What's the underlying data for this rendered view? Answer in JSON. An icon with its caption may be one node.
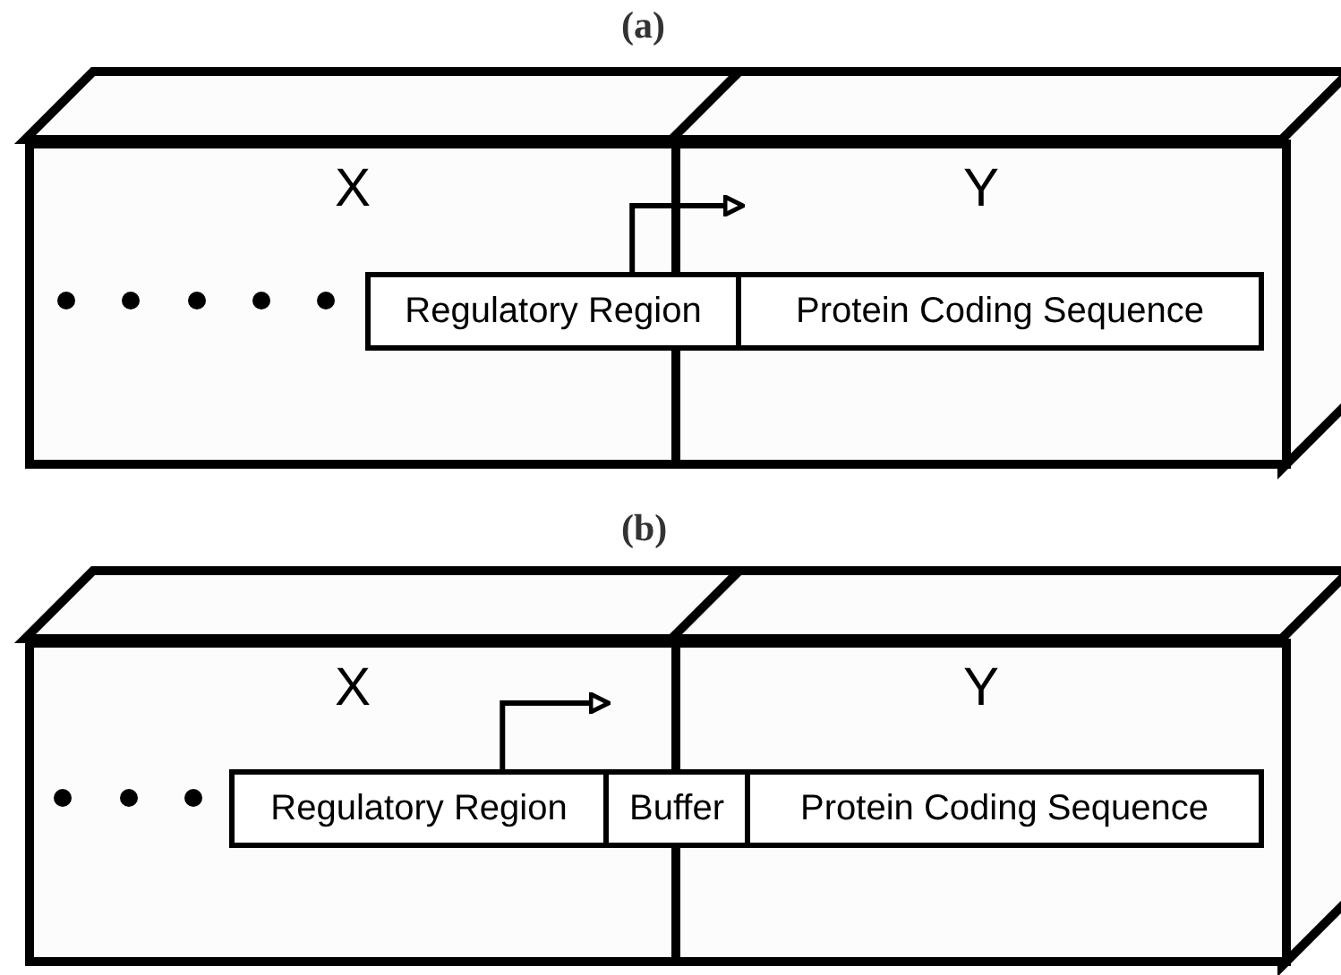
{
  "diagram": {
    "nodes": [
      {
        "text": [
          "X"
        ]
      },
      {
        "text": [
          "Y"
        ]
      },
      {
        "text": [
          "Regulatory Region"
        ]
      },
      {
        "text": [
          "Protein Coding Sequence"
        ],
        "in": 1
      },
      {
        "text": [
          "X"
        ]
      },
      {
        "text": [
          "Y"
        ]
      },
      {
        "text": [
          "Regulatory Region"
        ],
        "in": 4
      },
      {
        "text": [
          "Buffer"
        ]
      },
      {
        "text": [
          "Protein Coding Sequence"
        ],
        "in": 5
      }
    ],
    "edges": [
      {
        "from": 2,
        "to": null,
        "arrow": "to"
      },
      {
        "from": 6,
        "to": null,
        "arrow": "to"
      }
    ],
    "labels": [
      "(a)",
      "(b)"
    ]
  }
}
